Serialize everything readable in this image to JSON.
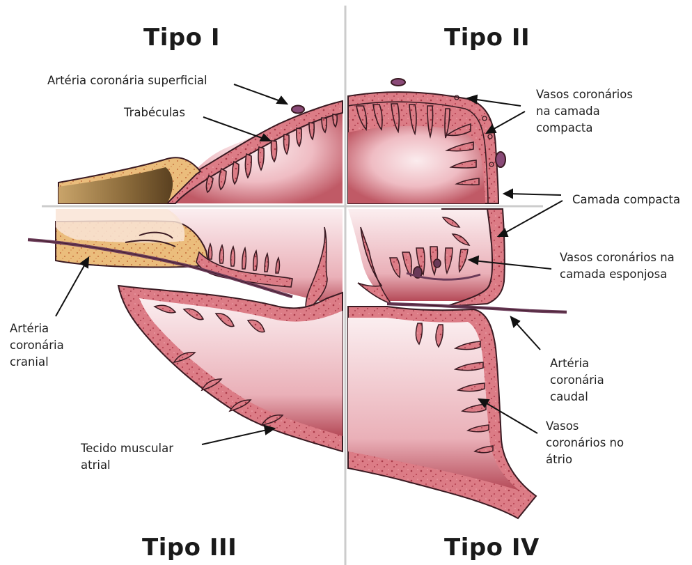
{
  "titles": {
    "tipo1": "Tipo  I",
    "tipo2": "Tipo  II",
    "tipo3": "Tipo  III",
    "tipo4": "Tipo  IV"
  },
  "labels": {
    "arteria_superficial": "Artéria coronária superficial",
    "trabeculas": "Trabéculas",
    "vasos_compacta": "Vasos coronários\nna camada\ncompacta",
    "camada_compacta": "Camada compacta",
    "vasos_esponjosa": "Vasos coronários na\ncamada esponjosa",
    "arteria_cranial": "Artéria\ncoronária\ncranial",
    "arteria_caudal": "Artéria\ncoronária\ncaudal",
    "vasos_atrio": "Vasos\ncoronários no\nátrio",
    "tecido_atrial": "Tecido muscular\natrial"
  },
  "colors": {
    "tissue": "#dc7c86",
    "tissue_dark": "#a8404e",
    "outline": "#3a1a22",
    "lumen": "#f6dde0",
    "lumen_deep": "#c86a74",
    "vessel": "#6a3a58",
    "valve_tan": "#e9b774",
    "valve_brown": "#7d5a2c",
    "divider": "#cccccc"
  }
}
